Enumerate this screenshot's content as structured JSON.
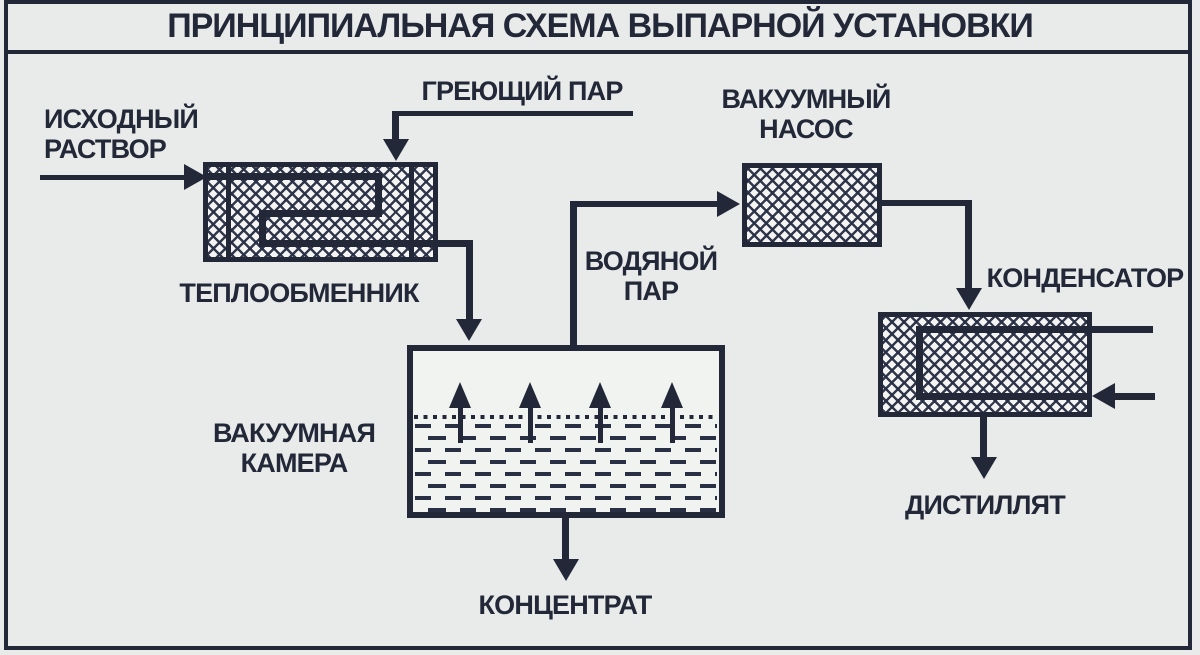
{
  "title": "ПРИНЦИПИАЛЬНАЯ СХЕМА ВЫПАРНОЙ УСТАНОВКИ",
  "labels": {
    "feed_line1": "ИСХОДНЫЙ",
    "feed_line2": "РАСТВОР",
    "heating_steam": "ГРЕЮЩИЙ ПАР",
    "heat_exchanger": "ТЕПЛООБМЕННИК",
    "water_vapor_line1": "ВОДЯНОЙ",
    "water_vapor_line2": "ПАР",
    "vacuum_chamber_line1": "ВАКУУМНАЯ",
    "vacuum_chamber_line2": "КАМЕРА",
    "vacuum_pump_line1": "ВАКУУМНЫЙ",
    "vacuum_pump_line2": "НАСОС",
    "condenser": "КОНДЕНСАТОР",
    "distillate": "ДИСТИЛЛЯТ",
    "concentrate": "КОНЦЕНТРАТ"
  },
  "colors": {
    "ink": "#232838",
    "background": "#e9ebea",
    "box_fill": "#f4f5f2"
  }
}
